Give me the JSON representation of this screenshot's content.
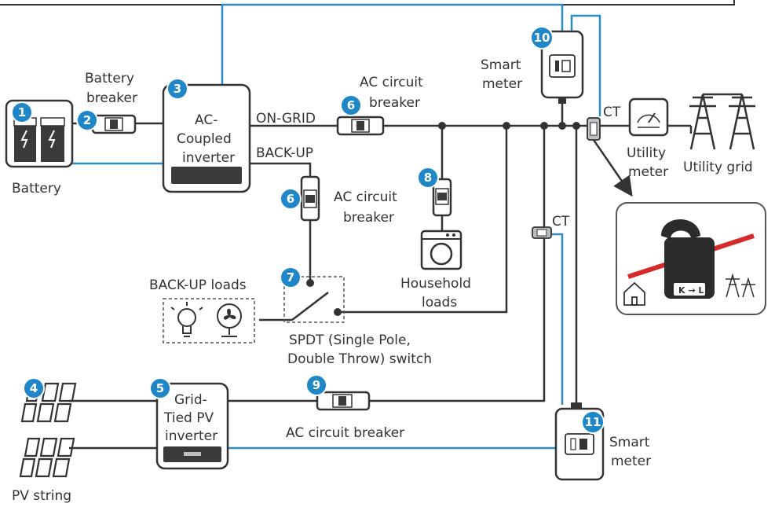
{
  "colors": {
    "wire": "#333333",
    "comm": "#2b8cc4",
    "badge": "#1f86c8",
    "ct_red": "#d62b2b",
    "device_fill": "#ffffff",
    "panel_dark": "#3a3a3a"
  },
  "badges": {
    "b1": "1",
    "b2": "2",
    "b3": "3",
    "b4": "4",
    "b5": "5",
    "b6a": "6",
    "b6b": "6",
    "b7": "7",
    "b8": "8",
    "b9": "9",
    "b10": "10",
    "b11": "11"
  },
  "labels": {
    "battery": "Battery",
    "battery_breaker_1": "Battery",
    "battery_breaker_2": "breaker",
    "inverter_1": "AC-",
    "inverter_2": "Coupled",
    "inverter_3": "inverter",
    "on_grid": "ON-GRID",
    "back_up": "BACK-UP",
    "ac_breaker_top_1": "AC circuit",
    "ac_breaker_top_2": "breaker",
    "ac_breaker_mid_1": "AC circuit",
    "ac_breaker_mid_2": "breaker",
    "household_1": "Household",
    "household_2": "loads",
    "smart_meter_top_1": "Smart",
    "smart_meter_top_2": "meter",
    "ct_top": "CT",
    "ct_mid": "CT",
    "utility_meter_1": "Utility",
    "utility_meter_2": "meter",
    "utility_grid": "Utility grid",
    "backup_loads": "BACK-UP loads",
    "spdt_1": "SPDT (Single Pole,",
    "spdt_2": "Double Throw) switch",
    "pv_inverter_1": "Grid-",
    "pv_inverter_2": "Tied PV",
    "pv_inverter_3": "inverter",
    "ac_breaker_bottom": "AC circuit breaker",
    "smart_meter_bottom_1": "Smart",
    "smart_meter_bottom_2": "meter",
    "pv_string": "PV string",
    "ct_arrow": "K → L"
  },
  "icons": [
    "battery-icon",
    "lightbulb-icon",
    "fan-icon",
    "washing-machine-icon",
    "utility-meter-gauge-icon",
    "transmission-tower-icon",
    "solar-panel-icon",
    "house-icon",
    "current-transformer-clamp-icon"
  ]
}
